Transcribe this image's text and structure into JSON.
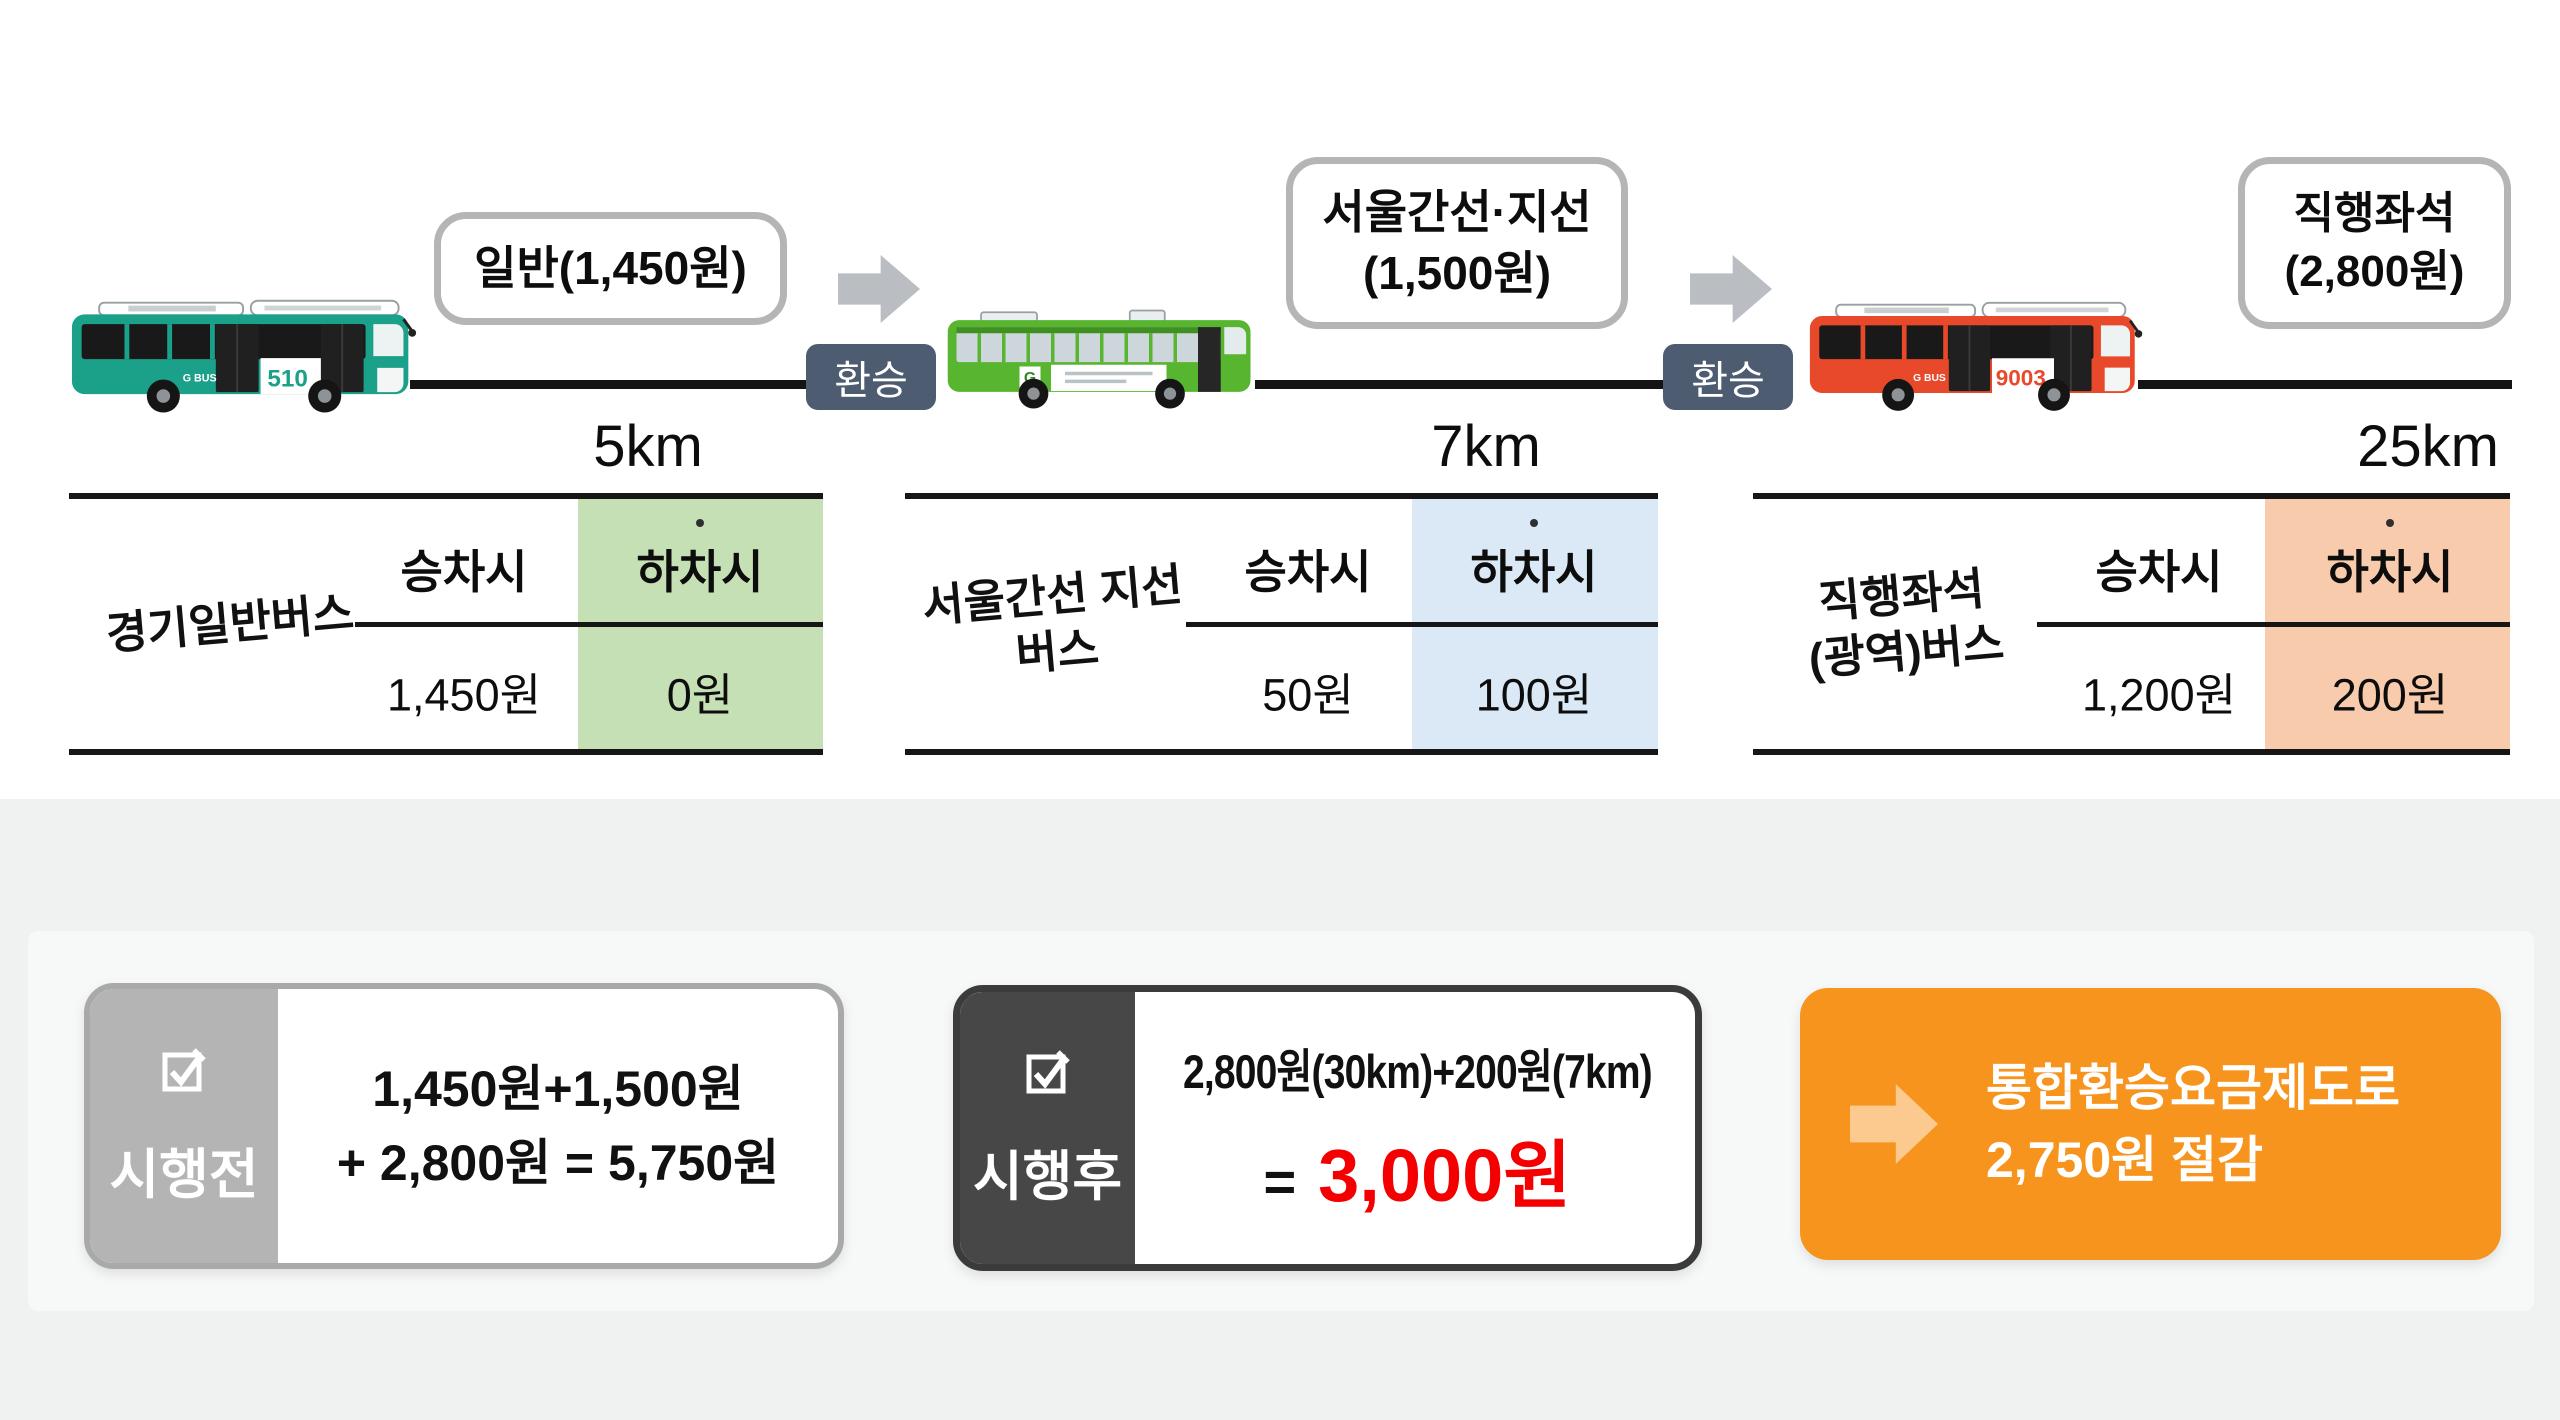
{
  "transfer_label": "환승",
  "routes": [
    {
      "bubble": "일반(1,450원)",
      "distance": "5km",
      "route_number": "510",
      "logo": "G BUS"
    },
    {
      "bubble_line1": "서울간선·지선",
      "bubble_line2": "(1,500원)",
      "distance": "7km"
    },
    {
      "bubble_line1": "직행좌석",
      "bubble_line2": "(2,800원)",
      "distance": "25km",
      "route_number": "9003",
      "logo": "G BUS"
    }
  ],
  "tables": [
    {
      "row_label": "경기일반버스",
      "board_header": "승차시",
      "alight_header": "하차시",
      "board_fare": "1,450원",
      "alight_fare": "0원"
    },
    {
      "row_label_line1": "서울간선 지선",
      "row_label_line2": "버스",
      "board_header": "승차시",
      "alight_header": "하차시",
      "board_fare": "50원",
      "alight_fare": "100원"
    },
    {
      "row_label_line1": "직행좌석",
      "row_label_line2": "(광역)버스",
      "board_header": "승차시",
      "alight_header": "하차시",
      "board_fare": "1,200원",
      "alight_fare": "200원"
    }
  ],
  "summary": {
    "before": {
      "label": "시행전",
      "formula_line1": "1,450원+1,500원",
      "formula_line2": "+ 2,800원 = 5,750원"
    },
    "after": {
      "label": "시행후",
      "formula_line1": "2,800원(30km)+200원(7km)",
      "equals_sign": "=",
      "total": "3,000원"
    },
    "savings": {
      "line1": "통합환승요금제도로",
      "line2": "2,750원 절감"
    }
  },
  "colors": {
    "gyeonggi_bus_teal": "#1ba089",
    "seoul_bus_green": "#57b52f",
    "express_bus_red": "#e8492a",
    "alight_highlight_green": "#c5e0b4",
    "alight_highlight_blue": "#dbe9f6",
    "alight_highlight_peach": "#f8cbad",
    "transfer_badge_navy": "#4d5c71",
    "savings_box_orange": "#f7941e",
    "total_fare_red": "#f40000"
  }
}
